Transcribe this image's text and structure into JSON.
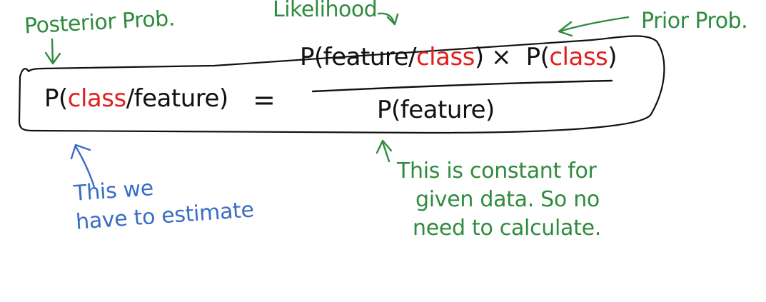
{
  "labels": {
    "posterior": "Posterior Prob.",
    "likelihood": "Likelihood",
    "prior": "Prior Prob."
  },
  "equation": {
    "lhs": {
      "p_open": "P(",
      "class": "class",
      "rest": "/feature)"
    },
    "equals": "=",
    "numerator": {
      "part1": "P(feature/",
      "class1": "class",
      "part2": ") ×  P(",
      "class2": "class",
      "part3": ")"
    },
    "denominator": "P(feature)"
  },
  "notes": {
    "estimate": [
      "This we",
      "have to estimate"
    ],
    "constant": [
      "This is constant for",
      "given data. So no",
      "need to calculate."
    ]
  },
  "colors": {
    "green": "#2f8b3e",
    "blue": "#3a6dc4",
    "red": "#e02020",
    "ink": "#111111"
  }
}
